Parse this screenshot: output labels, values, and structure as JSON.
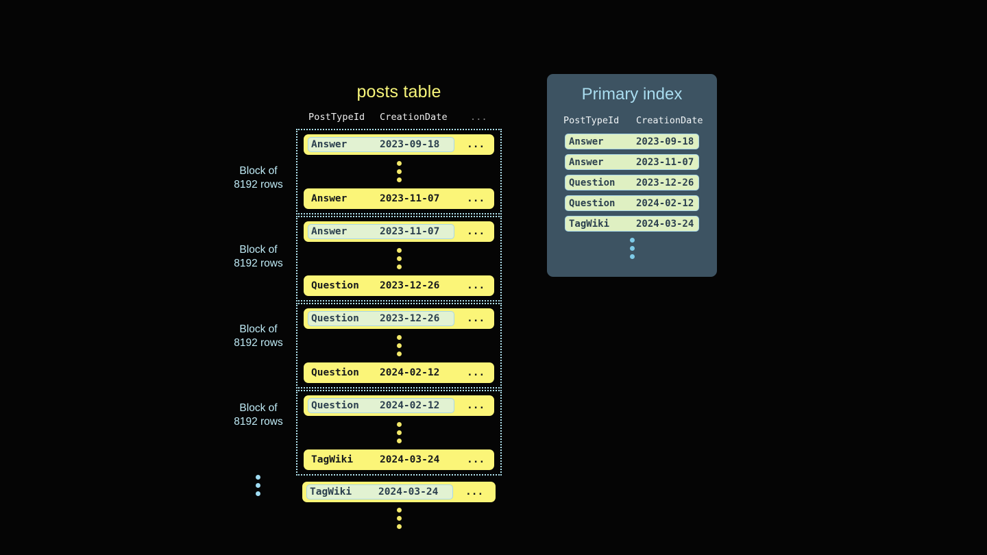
{
  "colors": {
    "background": "#050505",
    "row_fill": "#fbf578",
    "key_fill": "#e2f2d2",
    "key_border": "#a8d6e8",
    "block_border": "#b3e6f2",
    "posts_title": "#f7f57a",
    "index_panel": "#3d5362",
    "index_title": "#a9dcef",
    "index_row_fill": "#dff0c2",
    "label_text": "#bfeaf5",
    "yellow_dot": "#f2e86a",
    "blue_dot": "#9fdcf2"
  },
  "posts_table": {
    "title": "posts table",
    "headers": {
      "post_type_id": "PostTypeId",
      "creation_date": "CreationDate",
      "more": "..."
    },
    "ellipsis": "...",
    "blocks": [
      {
        "label_line1": "Block of",
        "label_line2": "8192 rows",
        "first_row": {
          "post_type_id": "Answer",
          "creation_date": "2023-09-18",
          "more": "...",
          "is_key": true
        },
        "last_row": {
          "post_type_id": "Answer",
          "creation_date": "2023-11-07",
          "more": "...",
          "is_key": false
        }
      },
      {
        "label_line1": "Block of",
        "label_line2": "8192 rows",
        "first_row": {
          "post_type_id": "Answer",
          "creation_date": "2023-11-07",
          "more": "...",
          "is_key": true
        },
        "last_row": {
          "post_type_id": "Question",
          "creation_date": "2023-12-26",
          "more": "...",
          "is_key": false
        }
      },
      {
        "label_line1": "Block of",
        "label_line2": "8192 rows",
        "first_row": {
          "post_type_id": "Question",
          "creation_date": "2023-12-26",
          "more": "...",
          "is_key": true
        },
        "last_row": {
          "post_type_id": "Question",
          "creation_date": "2024-02-12",
          "more": "...",
          "is_key": false
        }
      },
      {
        "label_line1": "Block of",
        "label_line2": "8192 rows",
        "first_row": {
          "post_type_id": "Question",
          "creation_date": "2024-02-12",
          "more": "...",
          "is_key": true
        },
        "last_row": {
          "post_type_id": "TagWiki",
          "creation_date": "2024-03-24",
          "more": "...",
          "is_key": false
        }
      }
    ],
    "tail_row": {
      "post_type_id": "TagWiki",
      "creation_date": "2024-03-24",
      "more": "...",
      "is_key": true
    }
  },
  "primary_index": {
    "title": "Primary index",
    "headers": {
      "post_type_id": "PostTypeId",
      "creation_date": "CreationDate"
    },
    "rows": [
      {
        "post_type_id": "Answer",
        "creation_date": "2023-09-18"
      },
      {
        "post_type_id": "Answer",
        "creation_date": "2023-11-07"
      },
      {
        "post_type_id": "Question",
        "creation_date": "2023-12-26"
      },
      {
        "post_type_id": "Question",
        "creation_date": "2024-02-12"
      },
      {
        "post_type_id": "TagWiki",
        "creation_date": "2024-03-24"
      }
    ]
  }
}
